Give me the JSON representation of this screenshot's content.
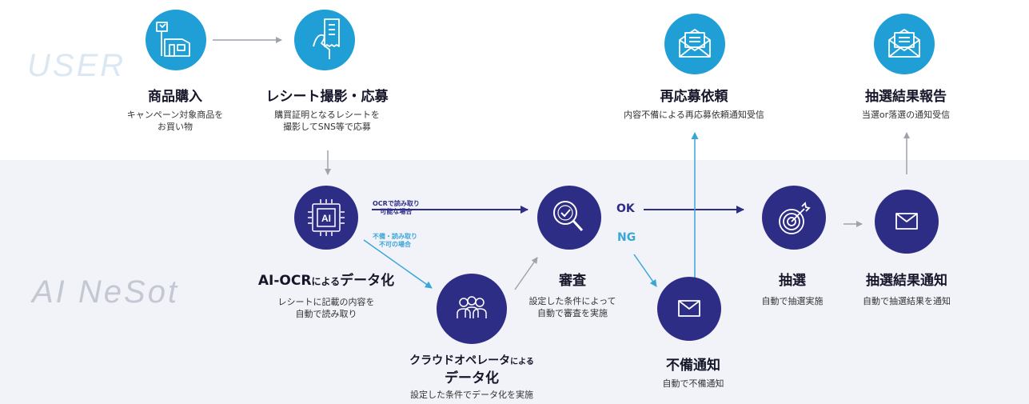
{
  "lanes": {
    "user": "USER",
    "ai": "AI NeSot"
  },
  "colors": {
    "user_circle": "#1f9fd6",
    "ai_circle": "#2e2d86",
    "arrow_main": "#2e2d86",
    "arrow_cyan": "#3aa6d8",
    "arrow_gray": "#9ea3ab"
  },
  "nodes": {
    "purchase": {
      "title": "商品購入",
      "sub1": "キャンペーン対象商品を",
      "sub2": "お買い物",
      "icon": "shop-icon"
    },
    "receipt": {
      "title": "レシート撮影・応募",
      "sub1": "購買証明となるレシートを",
      "sub2": "撮影してSNS等で応募",
      "icon": "receipt-icon"
    },
    "reapply": {
      "title": "再応募依頼",
      "sub1": "内容不備による再応募依頼通知受信",
      "icon": "mail-icon"
    },
    "result_report": {
      "title": "抽選結果報告",
      "sub1": "当選or落選の通知受信",
      "icon": "mail-icon"
    },
    "aiocr": {
      "title_a": "AI-OCR",
      "title_b": "による",
      "title_c": "データ化",
      "sub1": "レシートに記載の内容を",
      "sub2": "自動で読み取り",
      "icon": "ai-chip-icon"
    },
    "crowd": {
      "title_a": "クラウドオペレータ",
      "title_b": "による",
      "title_c": "データ化",
      "sub1": "設定した条件でデータ化を実施",
      "icon": "people-icon"
    },
    "review": {
      "title": "審査",
      "sub1": "設定した条件によって",
      "sub2": "自動で審査を実施",
      "icon": "magnifier-check-icon"
    },
    "incomplete": {
      "title": "不備通知",
      "sub1": "自動で不備通知",
      "icon": "envelope-icon"
    },
    "lottery": {
      "title": "抽選",
      "sub1": "自動で抽選実施",
      "icon": "target-icon"
    },
    "result_notice": {
      "title": "抽選結果通知",
      "sub1": "自動で抽選結果を通知",
      "icon": "envelope-icon"
    }
  },
  "edge_labels": {
    "ocr_ok_1": "OCRで読み取り",
    "ocr_ok_2": "可能な場合",
    "ocr_ng_1": "不備・読み取り",
    "ocr_ng_2": "不可の場合",
    "ok": "OK",
    "ng": "NG"
  }
}
